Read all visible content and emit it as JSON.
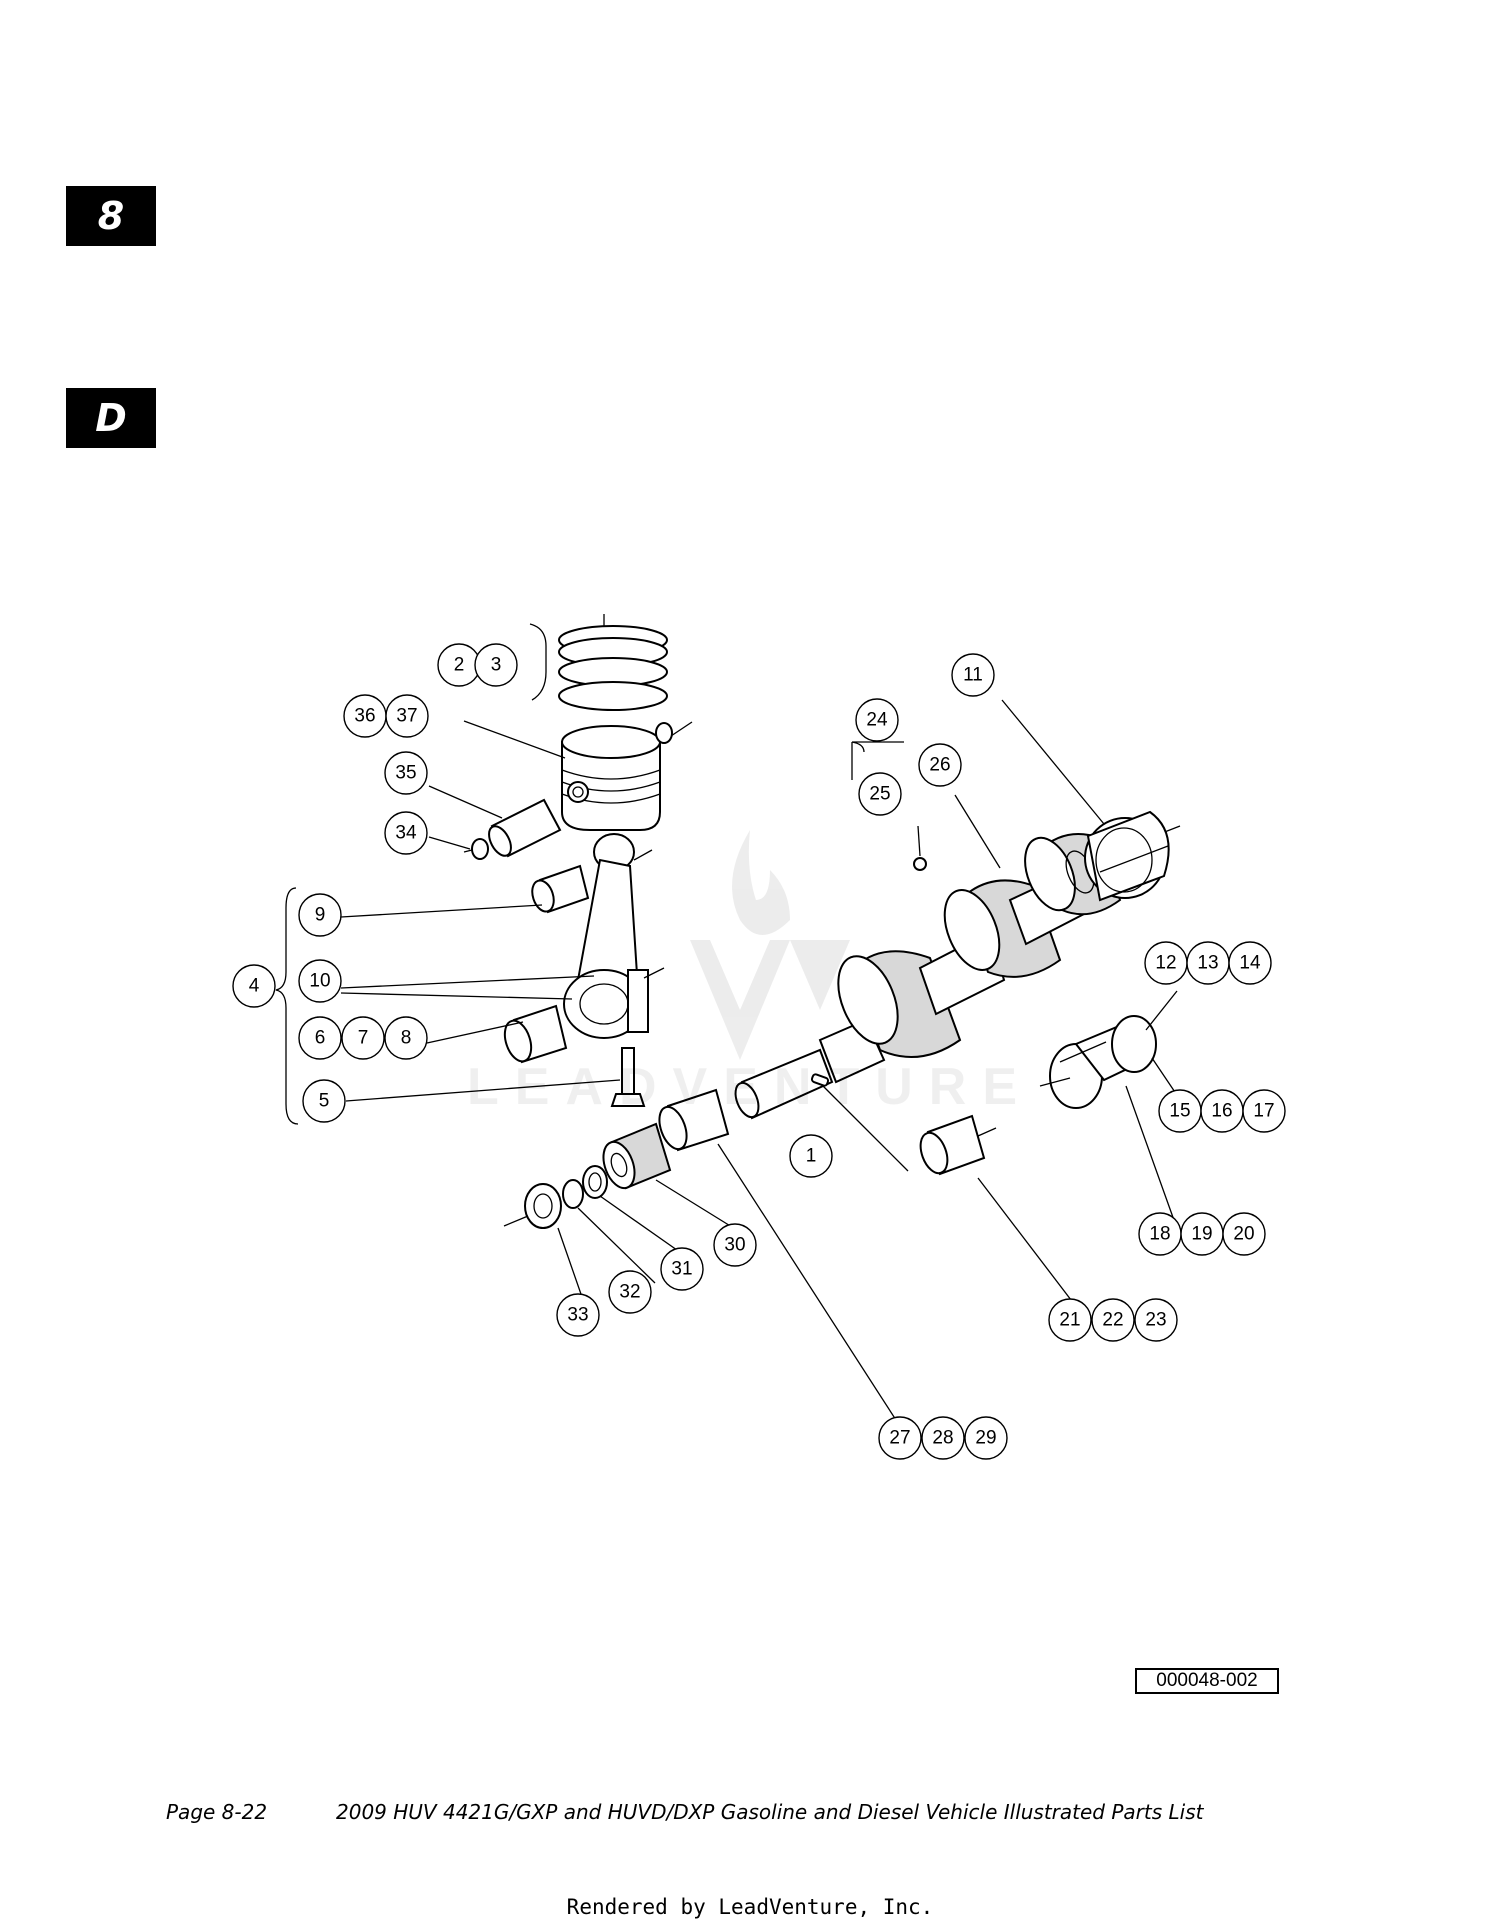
{
  "section_tabs": [
    "8",
    "D"
  ],
  "callouts": [
    "1",
    "2",
    "3",
    "4",
    "5",
    "6",
    "7",
    "8",
    "9",
    "10",
    "11",
    "12",
    "13",
    "14",
    "15",
    "16",
    "17",
    "18",
    "19",
    "20",
    "21",
    "22",
    "23",
    "24",
    "25",
    "26",
    "27",
    "28",
    "29",
    "30",
    "31",
    "32",
    "33",
    "34",
    "35",
    "36",
    "37"
  ],
  "drawing_number": "000048-002",
  "footer": {
    "page": "Page 8-22",
    "title": "2009 HUV 4421G/GXP and HUVD/DXP Gasoline and Diesel Vehicle Illustrated Parts List"
  },
  "rendered_by": "Rendered by LeadVenture, Inc."
}
